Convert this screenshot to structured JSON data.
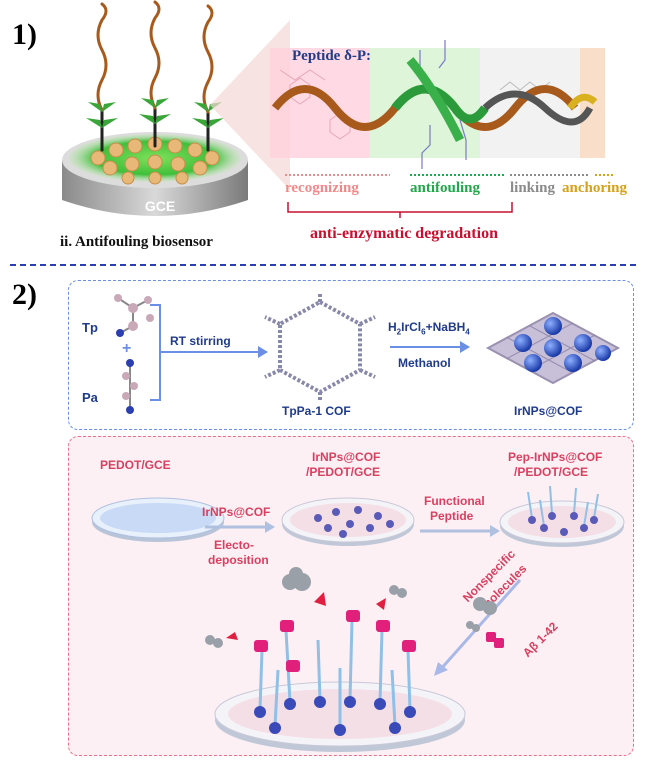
{
  "panel1": {
    "number": "1)",
    "electrode_label": "GCE",
    "caption": "ii. Antifouling biosensor",
    "peptide_title": "Peptide δ-P:",
    "segments": [
      {
        "label": "recognizing",
        "color": "#f08a8a"
      },
      {
        "label": "antifouling",
        "color": "#22a84a"
      },
      {
        "label": "linking",
        "color": "#8a8a8a"
      },
      {
        "label": "anchoring",
        "color": "#d6a21c"
      }
    ],
    "bracket_label": "anti-enzymatic degradation",
    "bracket_color": "#c8102e"
  },
  "panel2": {
    "number": "2)",
    "synthesis": {
      "monomer1": "Tp",
      "monomer2": "Pa",
      "plus": "+",
      "step1": "RT stirring",
      "product1": "TpPa-1 COF",
      "reagent_main": "H",
      "reagent_sub1": "2",
      "reagent_mid": "IrCl",
      "reagent_sub2": "6",
      "reagent_rest": "+NaBH",
      "reagent_sub3": "4",
      "solvent": "Methanol",
      "product2": "IrNPs@COF",
      "label_color": "#1f3b8a"
    },
    "assembly": {
      "electrode1": "PEDOT/GCE",
      "step1_top": "IrNPs@COF",
      "step1_bottom1": "Electo-",
      "step1_bottom2": "deposition",
      "electrode2_line1": "IrNPs@COF",
      "electrode2_line2": "/PEDOT/GCE",
      "step2_line1": "Functional",
      "step2_line2": "Peptide",
      "electrode3_line1": "Pep-IrNPs@COF",
      "electrode3_line2": "/PEDOT/GCE",
      "nonspecific_line1": "Nonspecific",
      "nonspecific_line2": "molecules",
      "target": "Aβ 1-42",
      "label_color": "#d94060"
    }
  },
  "colors": {
    "divider": "#2b3fb0",
    "box_blue": "#6b8fe6",
    "box_red": "#e8708a",
    "nanoparticle": "#2b4fc8",
    "peptide_magenta": "#e0207a"
  }
}
